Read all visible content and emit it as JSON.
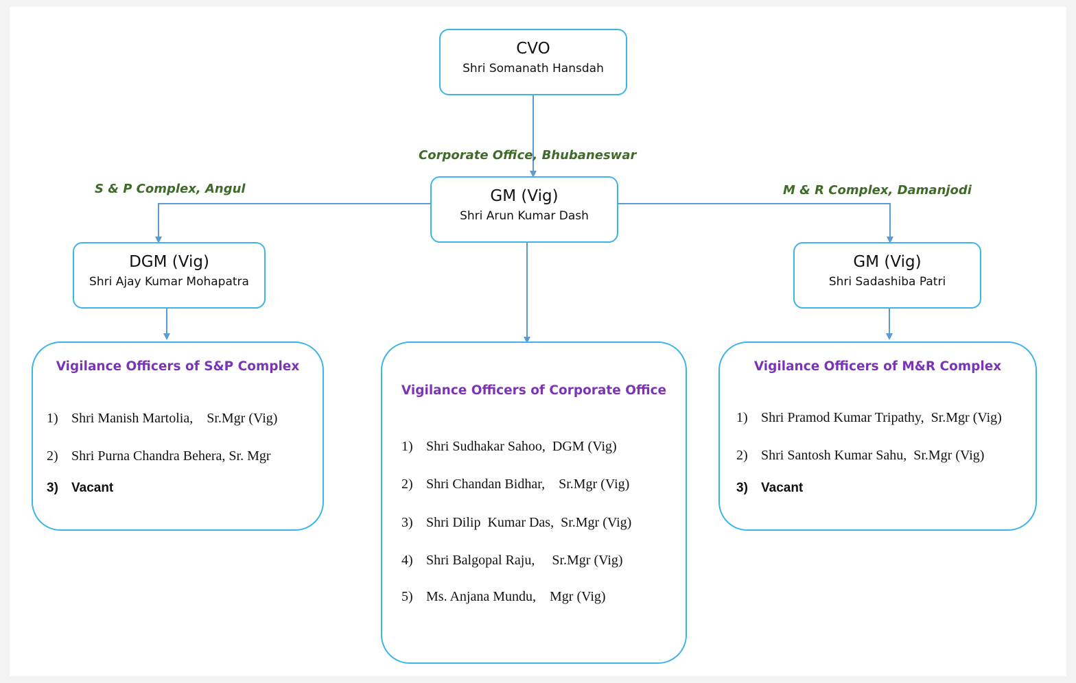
{
  "cvo": {
    "role": "CVO",
    "name": "Shri Somanath Hansdah"
  },
  "corporate": {
    "location": "Corporate Office, Bhubaneswar",
    "head": {
      "role": "GM (Vig)",
      "name": "Shri Arun Kumar Dash"
    },
    "officers_title": "Vigilance Officers of Corporate Office",
    "officers": [
      {
        "num": "1)",
        "text": "Shri Sudhakar Sahoo,  DGM (Vig)"
      },
      {
        "num": "2)",
        "text": "Shri Chandan Bidhar,    Sr.Mgr (Vig)"
      },
      {
        "num": "3)",
        "text": "Shri Dilip  Kumar Das,  Sr.Mgr (Vig)"
      },
      {
        "num": "4)",
        "text": "Shri Balgopal Raju,     Sr.Mgr (Vig)"
      },
      {
        "num": "5)",
        "text": "Ms. Anjana Mundu,    Mgr (Vig)"
      }
    ]
  },
  "sp_complex": {
    "location": "S & P Complex, Angul",
    "head": {
      "role": "DGM (Vig)",
      "name": "Shri Ajay Kumar Mohapatra"
    },
    "officers_title": "Vigilance Officers of S&P Complex",
    "officers": [
      {
        "num": "1)",
        "text": "Shri Manish Martolia,    Sr.Mgr (Vig)"
      },
      {
        "num": "2)",
        "text": "Shri Purna Chandra Behera, Sr. Mgr"
      },
      {
        "num": "3)",
        "text": "Vacant"
      }
    ]
  },
  "mr_complex": {
    "location": "M & R Complex, Damanjodi",
    "head": {
      "role": "GM (Vig)",
      "name": "Shri Sadashiba Patri"
    },
    "officers_title": "Vigilance Officers of M&R Complex",
    "officers": [
      {
        "num": "1)",
        "text": "Shri Pramod Kumar Tripathy,  Sr.Mgr (Vig)"
      },
      {
        "num": "2)",
        "text": "Shri Santosh Kumar Sahu,  Sr.Mgr (Vig)"
      },
      {
        "num": "3)",
        "text": "Vacant"
      }
    ]
  },
  "colors": {
    "box_border": "#3cb4e6",
    "connector": "#5b9bd5",
    "group_title": "#7a35b4",
    "location_label": "#3f6a2a"
  }
}
